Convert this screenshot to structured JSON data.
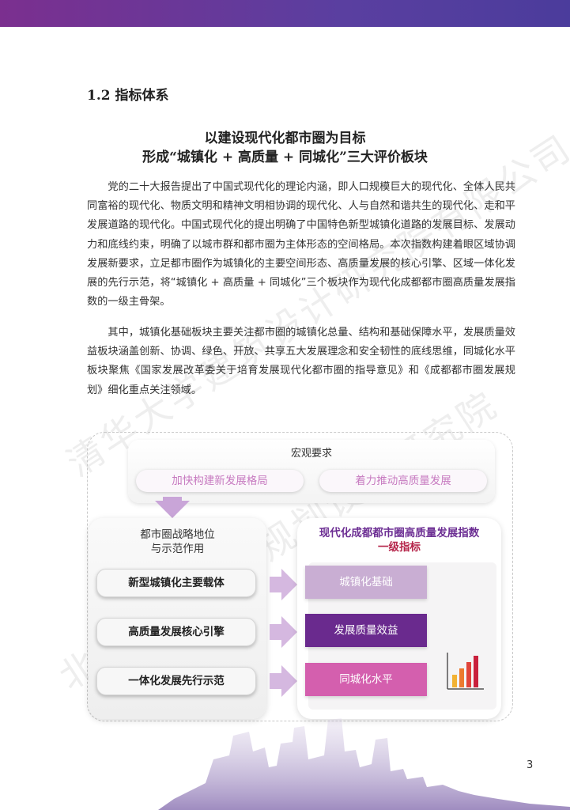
{
  "section": {
    "title": "1.2 指标体系"
  },
  "headline": {
    "line1": "以建设现代化都市圈为目标",
    "line2": "形成“城镇化 + 高质量 + 同城化”三大评价板块"
  },
  "paragraphs": [
    "党的二十大报告提出了中国式现代化的理论内涵，即人口规模巨大的现代化、全体人民共同富裕的现代化、物质文明和精神文明相协调的现代化、人与自然和谐共生的现代化、走和平发展道路的现代化。中国式现代化的提出明确了中国特色新型城镇化道路的发展目标、发展动力和底线约束，明确了以城市群和都市圈为主体形态的空间格局。本次指数构建着眼区域协调发展新要求，立足都市圈作为城镇化的主要空间形态、高质量发展的核心引擎、区域一体化发展的先行示范，将“城镇化 + 高质量 + 同城化”三个板块作为现代化成都都市圈高质量发展指数的一级主骨架。",
    "其中，城镇化基础板块主要关注都市圈的城镇化总量、结构和基础保障水平，发展质量效益板块涵盖创新、协调、绿色、开放、共享五大发展理念和安全韧性的底线思维，同城化水平板块聚焦《国家发展改革委关于培育发展现代化都市圈的指导意见》和《成都都市圈发展规划》细化重点关注领域。"
  ],
  "diagram": {
    "top_title": "宏观要求",
    "top_pills": [
      "加快构建新发展格局",
      "着力推动高质量发展"
    ],
    "left_title_line1": "都市圈战略地位",
    "left_title_line2": "与示范作用",
    "left_items": [
      "新型城镇化主要载体",
      "高质量发展核心引擎",
      "一体化发展先行示范"
    ],
    "right_title_line1": "现代化成都都市圈高质量发展指数",
    "right_title_line2": "一级指标",
    "right_items": [
      {
        "label": "城镇化基础",
        "color": "#c9aed3"
      },
      {
        "label": "发展质量效益",
        "color": "#6a2a8e"
      },
      {
        "label": "同城化水平",
        "color": "#d45fae"
      }
    ],
    "bar_icon_colors": [
      "#f2b233",
      "#ec7a2f",
      "#e0443a",
      "#c9203c"
    ]
  },
  "watermarks": [
    "清华大学建筑设计研究院有限公司",
    "北京清华同衡规划设计研究院"
  ],
  "page_number": "3"
}
